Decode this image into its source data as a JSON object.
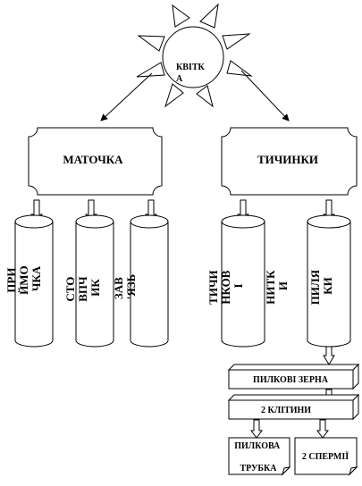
{
  "flower": {
    "label_line1": "КВІТК",
    "label_line2": "А"
  },
  "pistil": {
    "label": "МАТОЧКА"
  },
  "stamens": {
    "label": "ТИЧИНКИ"
  },
  "pistil_parts": [
    {
      "lines": [
        "ПРИ",
        "ЙМО",
        "ЧКА"
      ]
    },
    {
      "lines": [
        "СТО",
        "ВПЧ",
        "ИК"
      ]
    },
    {
      "lines": [
        "ЗАВ",
        "'ЯЗЬ"
      ]
    }
  ],
  "stamen_parts": [
    {
      "lines": [
        "ТИЧИ",
        "НКОВ",
        "І"
      ]
    },
    {
      "lines": [
        "НИТК",
        "И"
      ]
    },
    {
      "lines": [
        "ПИЛЯ",
        "КИ"
      ]
    }
  ],
  "pollen_grains": {
    "label": "ПИЛКОВІ ЗЕРНА"
  },
  "two_cells": {
    "label": "2 КЛІТИНИ"
  },
  "pollen_tube": {
    "line1": "ПИЛКОВА",
    "line2": "ТРУБКА"
  },
  "two_sperms": {
    "label": "2 СПЕРМІЇ"
  },
  "colors": {
    "stroke": "#000000",
    "fill": "#ffffff",
    "text": "#000000"
  }
}
